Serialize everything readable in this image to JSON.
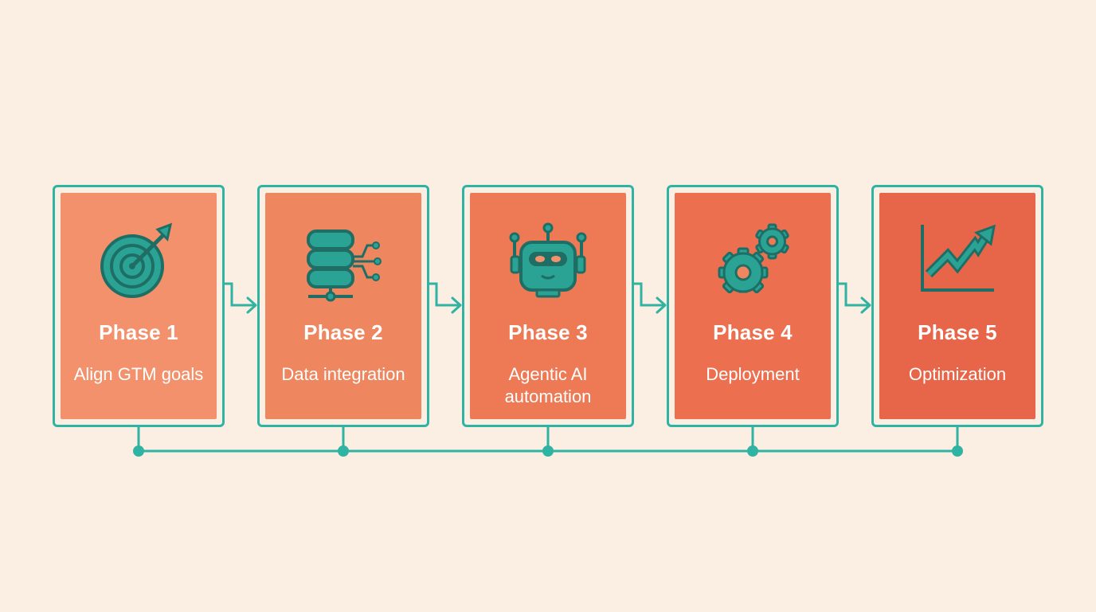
{
  "colors": {
    "background": "#fbeee3",
    "accent": "#2fb3a2",
    "icon_fill": "#2aa394",
    "icon_stroke": "#1f6e65",
    "card_gradient": [
      "#f2916c",
      "#ee8660",
      "#ee7a55",
      "#ec7050",
      "#e76548"
    ]
  },
  "phases": [
    {
      "title": "Phase 1",
      "description": "Align GTM goals",
      "icon": "target-icon"
    },
    {
      "title": "Phase 2",
      "description": "Data integration",
      "icon": "database-icon"
    },
    {
      "title": "Phase 3",
      "description": "Agentic AI automation",
      "icon": "robot-icon"
    },
    {
      "title": "Phase 4",
      "description": "Deployment",
      "icon": "gears-icon"
    },
    {
      "title": "Phase 5",
      "description": "Optimization",
      "icon": "growth-chart-icon"
    }
  ]
}
